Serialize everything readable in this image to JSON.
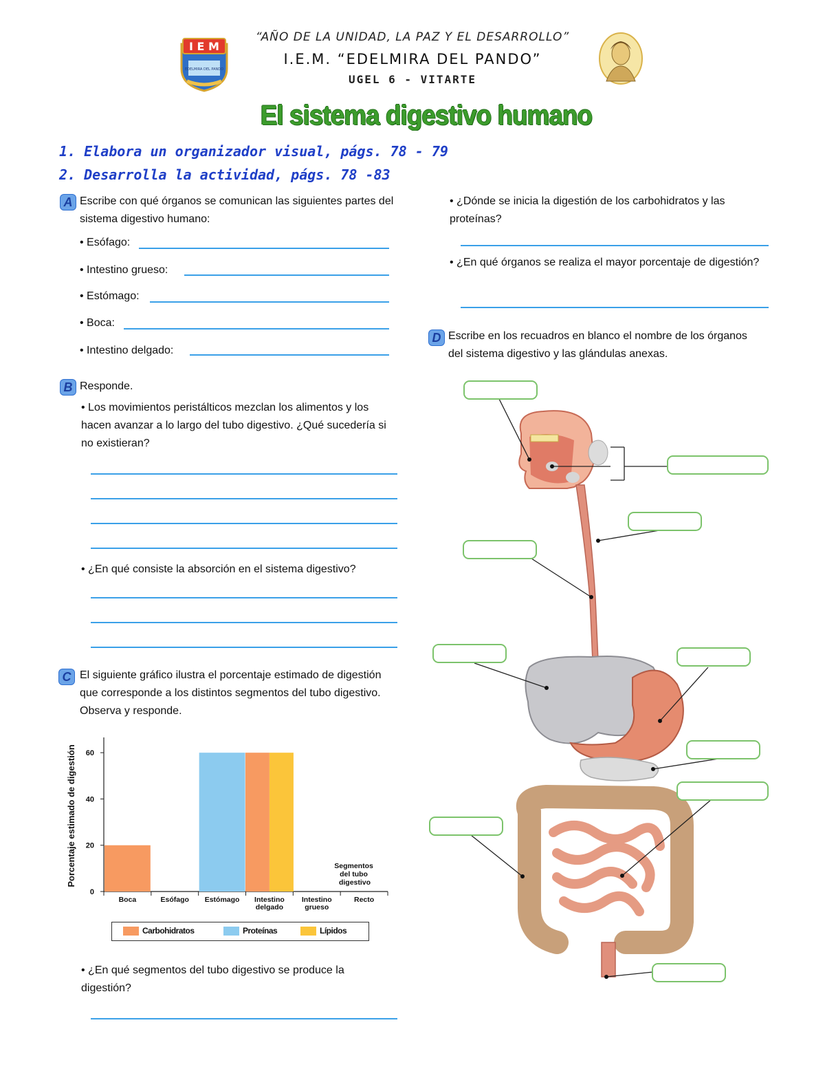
{
  "header": {
    "motto": "“AÑO DE LA UNIDAD, LA PAZ Y EL DESARROLLO”",
    "school": "I.E.M. “EDELMIRA DEL PANDO”",
    "ugel": "UGEL 6 - VITARTE",
    "logo_text": "I E M",
    "logo_caption": "EDELMIRA DEL PANDO"
  },
  "title": "El sistema digestivo humano",
  "tasks": [
    "1. Elabora un organizador visual, págs. 78 - 79",
    "2. Desarrolla la actividad, págs. 78 -83"
  ],
  "section_a": {
    "badge": "A",
    "prompt": "Escribe con qué órganos se comunican las siguientes partes del sistema digestivo humano:",
    "items": [
      "Esófago:",
      "Intestino grueso:",
      "Estómago:",
      "Boca:",
      "Intestino delgado:"
    ]
  },
  "section_b": {
    "badge": "B",
    "prompt": "Responde.",
    "q1": "Los movimientos peristálticos mezclan los alimentos y los hacen avanzar a lo largo del tubo digestivo. ¿Qué sucedería si no existieran?",
    "q2": "¿En qué consiste la absorción en el sistema digestivo?"
  },
  "section_c": {
    "badge": "C",
    "prompt": "El siguiente gráfico ilustra el porcentaje estimado de digestión que corresponde a los distintos segmentos del tubo digestivo. Observa y responde.",
    "question": "¿En qué segmentos del tubo digestivo se produce la digestión?"
  },
  "section_right": {
    "q1": "¿Dónde se inicia la digestión de los carbohidratos y las proteínas?",
    "q2": "¿En qué órganos se realiza el mayor porcentaje de digestión?"
  },
  "section_d": {
    "badge": "D",
    "prompt": "Escribe en los recuadros en blanco el nombre de los órganos del sistema digestivo y las glándulas anexas."
  },
  "chart_data": {
    "type": "bar",
    "categories": [
      "Boca",
      "Esófago",
      "Estómago",
      "Intestino delgado",
      "Intestino grueso",
      "Recto"
    ],
    "series": [
      {
        "name": "Carbohidratos",
        "color": "#f79a61",
        "values": [
          20,
          0,
          0,
          60,
          0,
          0
        ]
      },
      {
        "name": "Proteínas",
        "color": "#8ccbef",
        "values": [
          0,
          0,
          60,
          0,
          0,
          0
        ]
      },
      {
        "name": "Lípidos",
        "color": "#fbc53a",
        "values": [
          0,
          0,
          0,
          60,
          0,
          0
        ]
      }
    ],
    "ylabel": "Porcentaje estimado de digestión",
    "xlabel": "Segmentos del tubo digestivo",
    "yticks": [
      0,
      20,
      40,
      60
    ],
    "ylim": [
      0,
      66
    ],
    "legend_position": "bottom"
  }
}
